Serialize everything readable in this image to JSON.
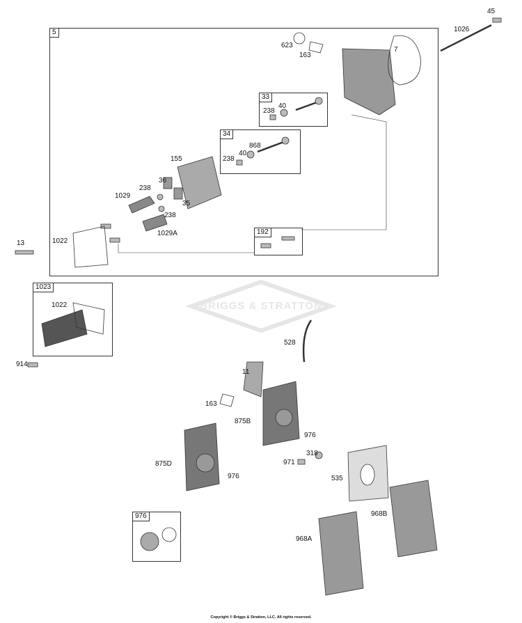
{
  "watermark": "BRIGGS & STRATTON",
  "copyright": "Copyright © Briggs & Stratton, LLC. All rights reserved.",
  "groups": {
    "g5": "5",
    "g33": "33",
    "g34": "34",
    "g192": "192",
    "g1023": "1023",
    "g976": "976"
  },
  "callouts": {
    "c45": "45",
    "c1026": "1026",
    "c623": "623",
    "c163a": "163",
    "c7": "7",
    "c238a": "238",
    "c40a": "40",
    "c868": "868",
    "c40b": "40",
    "c238b": "238",
    "c155": "155",
    "c36": "36",
    "c238c": "238",
    "c35": "35",
    "c1029": "1029",
    "c238d": "238",
    "c1029a": "1029A",
    "c1022a": "1022",
    "c13": "13",
    "c1022b": "1022",
    "c914": "914",
    "c528": "528",
    "c11": "11",
    "c163b": "163",
    "c875b": "875B",
    "c976a": "976",
    "c875d": "875D",
    "c976b": "976",
    "c971": "971",
    "c318": "318",
    "c535": "535",
    "c968b": "968B",
    "c968a": "968A"
  }
}
